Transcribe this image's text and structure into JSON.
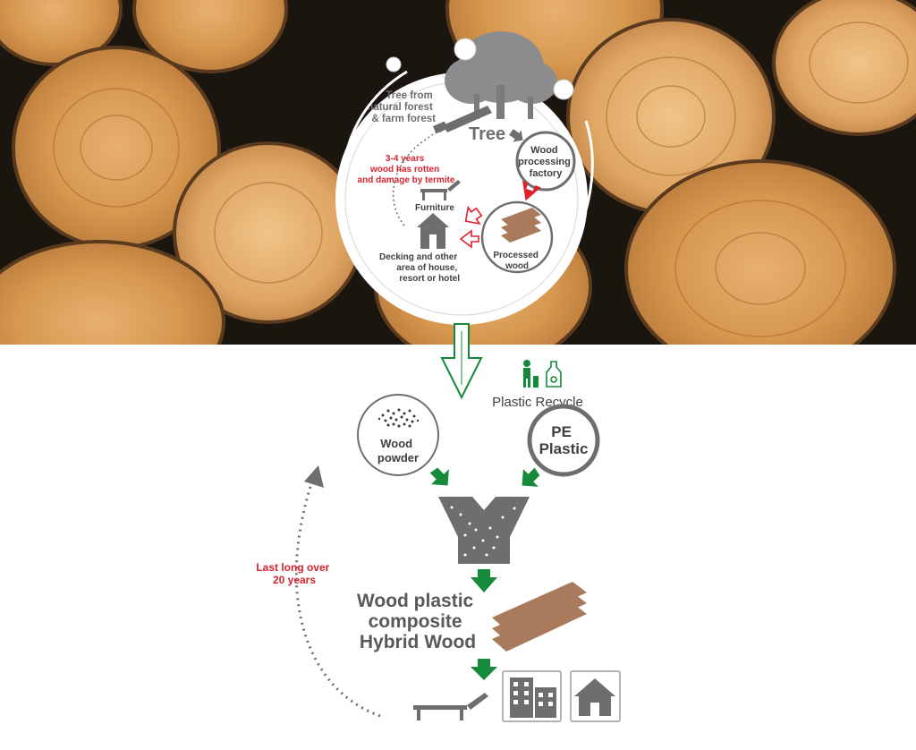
{
  "top_cycle": {
    "tree_source": [
      "Tree from",
      "natural forest",
      "& farm forest"
    ],
    "tree": "Tree",
    "factory": [
      "Wood",
      "processing",
      "factory"
    ],
    "processed": [
      "Processed",
      "wood"
    ],
    "decking": [
      "Decking and other",
      "area of house,",
      "resort or hotel"
    ],
    "furniture": "Furniture",
    "rot_note": [
      "3-4 years",
      "wood has rotten",
      "and damage by termite"
    ]
  },
  "bottom_cycle": {
    "plastic_recycle": "Plastic Recycle",
    "wood_powder": [
      "Wood",
      "powder"
    ],
    "pe_plastic": [
      "PE",
      "Plastic"
    ],
    "product": [
      "Wood plastic",
      "composite",
      "Hybrid Wood"
    ],
    "lifespan": [
      "Last long over",
      "20 years"
    ]
  },
  "colors": {
    "green": "#148a3a",
    "red_note": "#d3242f",
    "red_arrow": "#e0212b",
    "gray": "#6d6e70",
    "dark_gray": "#58595b",
    "wood_brown": "#a97a5c",
    "log_face": "#d69a55"
  },
  "icons": [
    "tree-icon",
    "saw-icon",
    "furniture-icon",
    "house-icon",
    "processed-wood-icon",
    "recycle-person-icon",
    "recycle-bottle-icon",
    "hopper-icon",
    "wood-planks-icon",
    "lounger-icon",
    "building-icon",
    "home-icon"
  ]
}
